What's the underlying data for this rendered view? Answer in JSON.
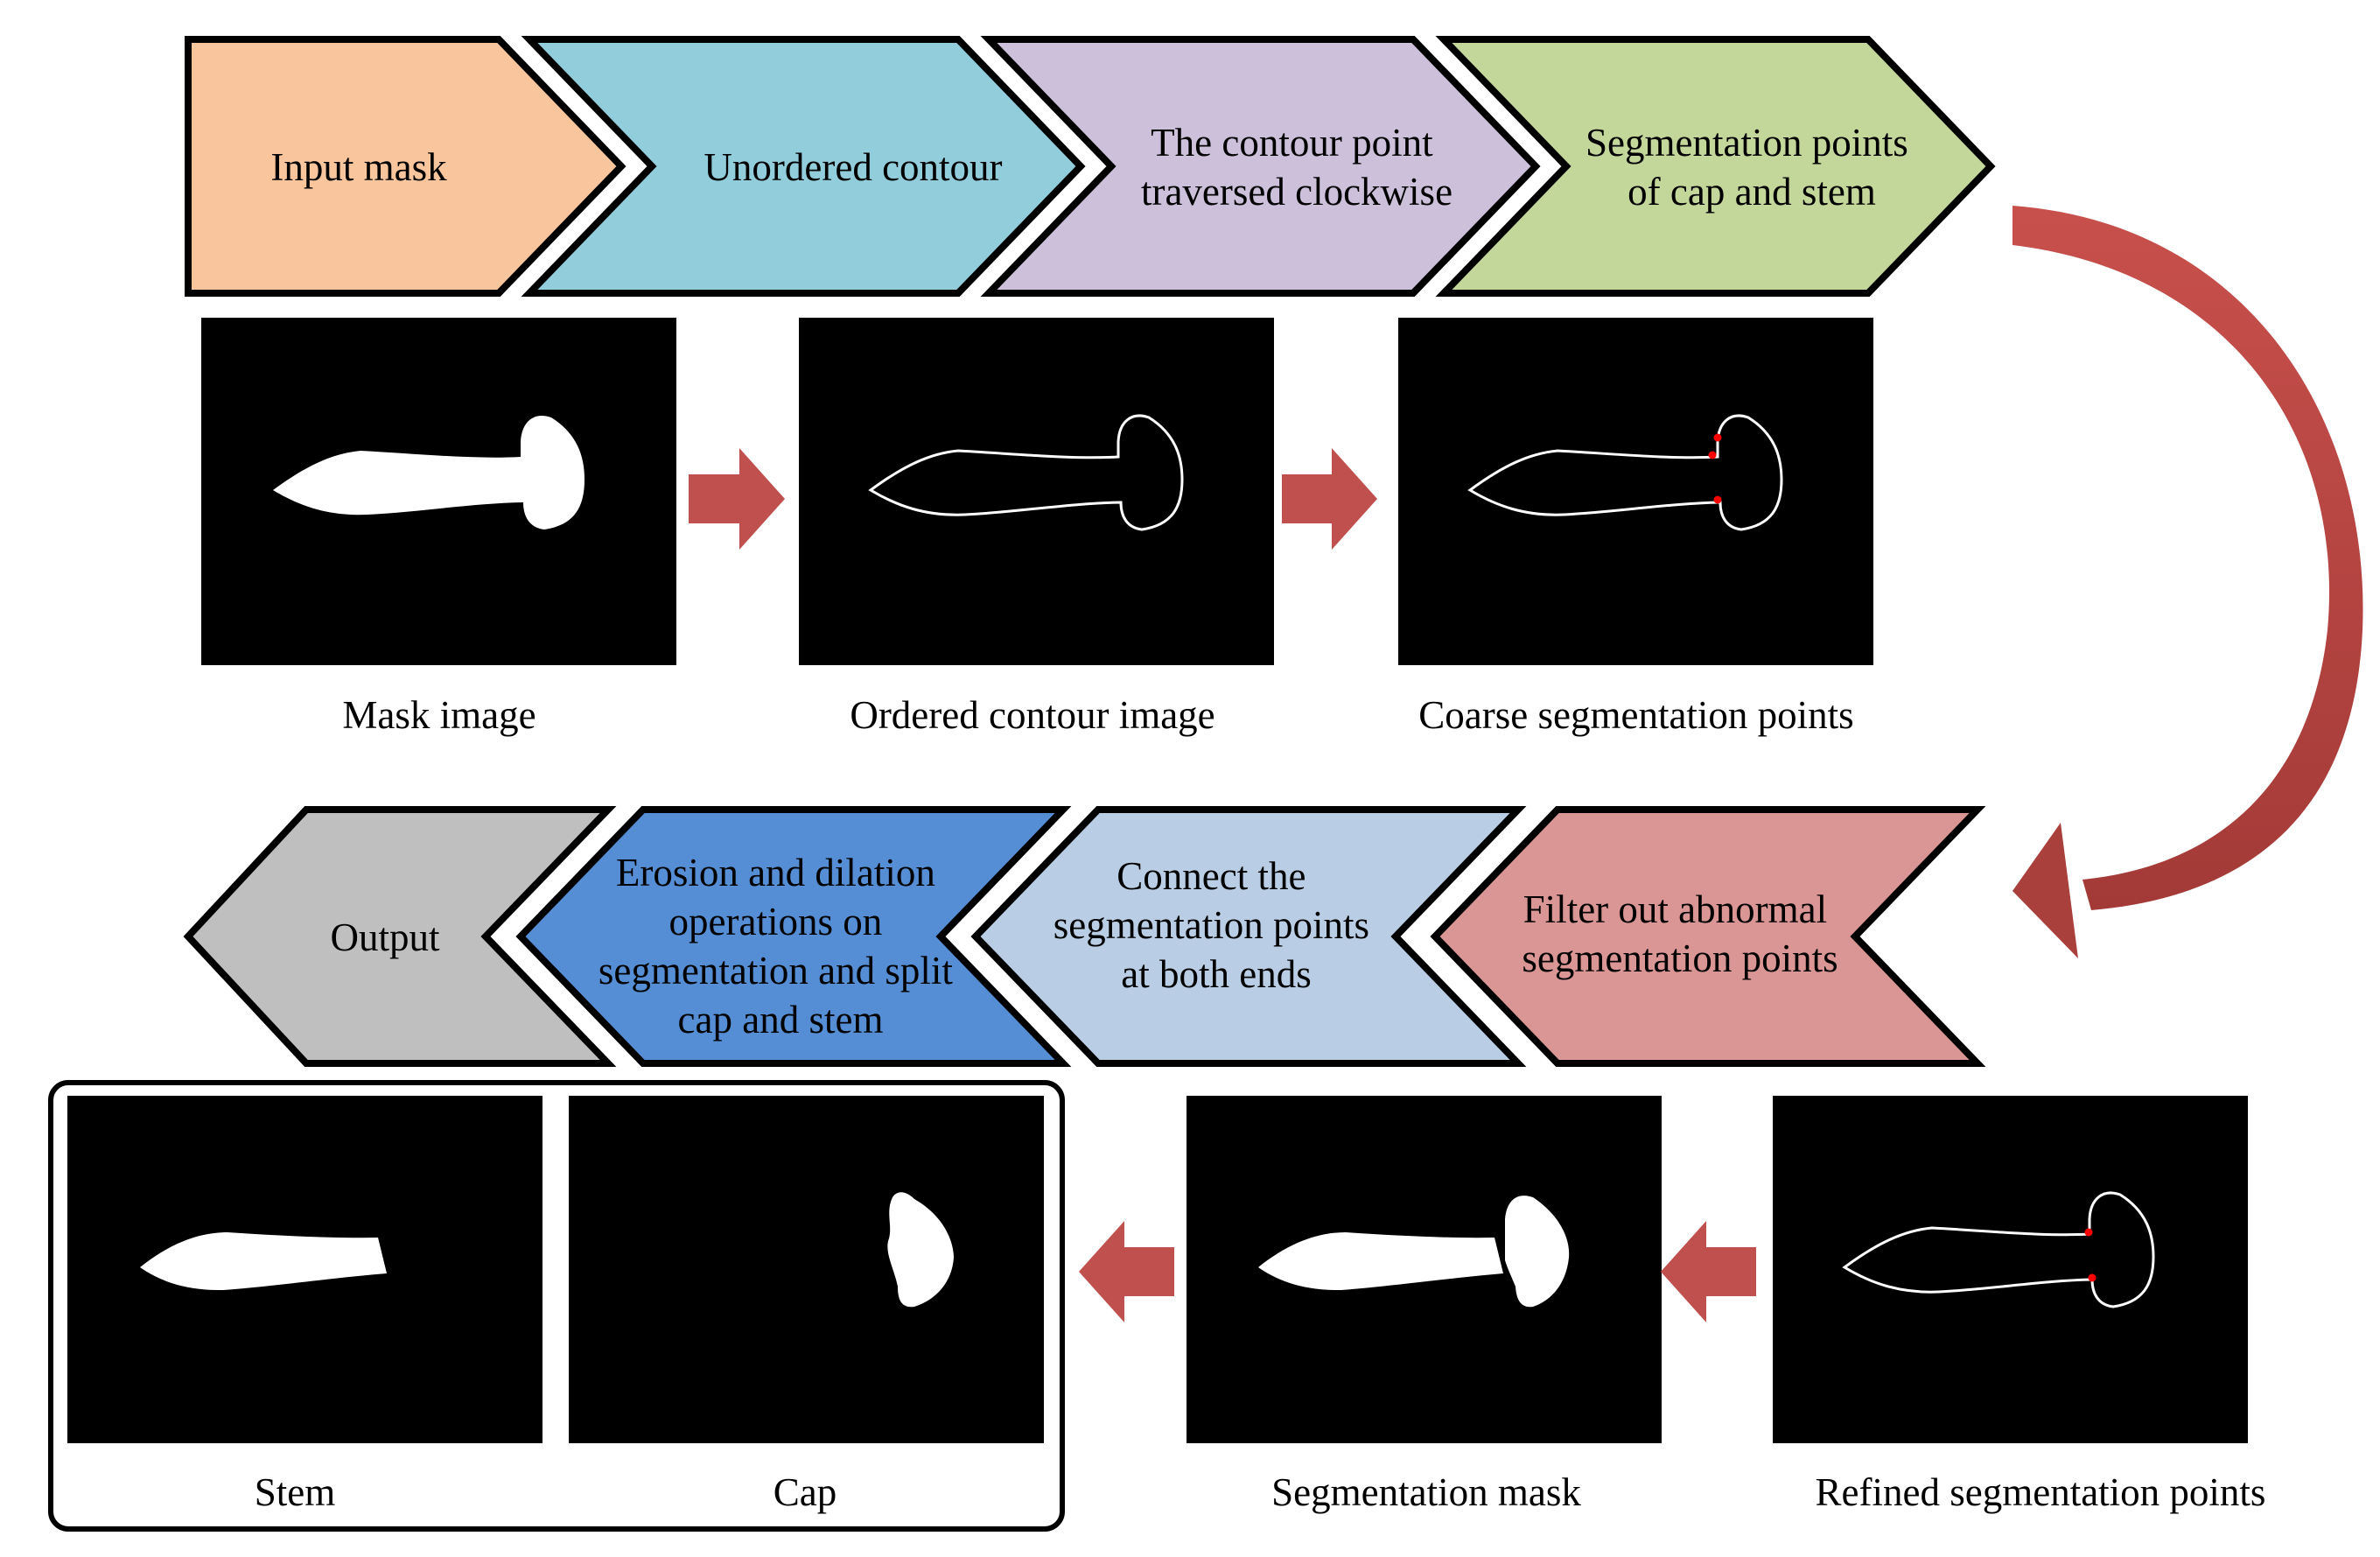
{
  "top_row": {
    "steps": [
      {
        "lines": [
          "Input mask"
        ],
        "color": "#F8C59C"
      },
      {
        "lines": [
          "Unordered contour"
        ],
        "color": "#92CDDC"
      },
      {
        "lines": [
          "The contour point",
          "traversed clockwise"
        ],
        "color": "#CCC0DA"
      },
      {
        "lines": [
          "Segmentation points",
          "of cap and stem"
        ],
        "color": "#C4D79B"
      }
    ],
    "images": [
      {
        "caption": "Mask image",
        "content": "filled mask",
        "markers": 0
      },
      {
        "caption": "Ordered contour image",
        "content": "contour",
        "markers": 0
      },
      {
        "caption": "Coarse segmentation points",
        "content": "contour with points",
        "markers": 3
      }
    ]
  },
  "bottom_row": {
    "steps": [
      {
        "lines": [
          "Output"
        ],
        "color": "#BFBFBF"
      },
      {
        "lines": [
          "Erosion and dilation",
          "operations on",
          "segmentation and split",
          "cap and stem"
        ],
        "color": "#558ED5"
      },
      {
        "lines": [
          "Connect the",
          "segmentation points",
          "at both ends"
        ],
        "color": "#B9CDE5"
      },
      {
        "lines": [
          "Filter out abnormal",
          "segmentation points"
        ],
        "color": "#DA9694"
      }
    ],
    "images": [
      {
        "caption": "Stem",
        "content": "stem mask"
      },
      {
        "caption": "Cap",
        "content": "cap mask"
      },
      {
        "caption": "Segmentation mask",
        "content": "segmented mask"
      },
      {
        "caption": "Refined segmentation points",
        "content": "contour with points",
        "markers": 2
      }
    ]
  },
  "colors": {
    "arrow": "#C0504D",
    "curved_arrow": "#B5403D",
    "marker": "#FF0000",
    "panel": "#000000",
    "shape": "#FFFFFF"
  }
}
